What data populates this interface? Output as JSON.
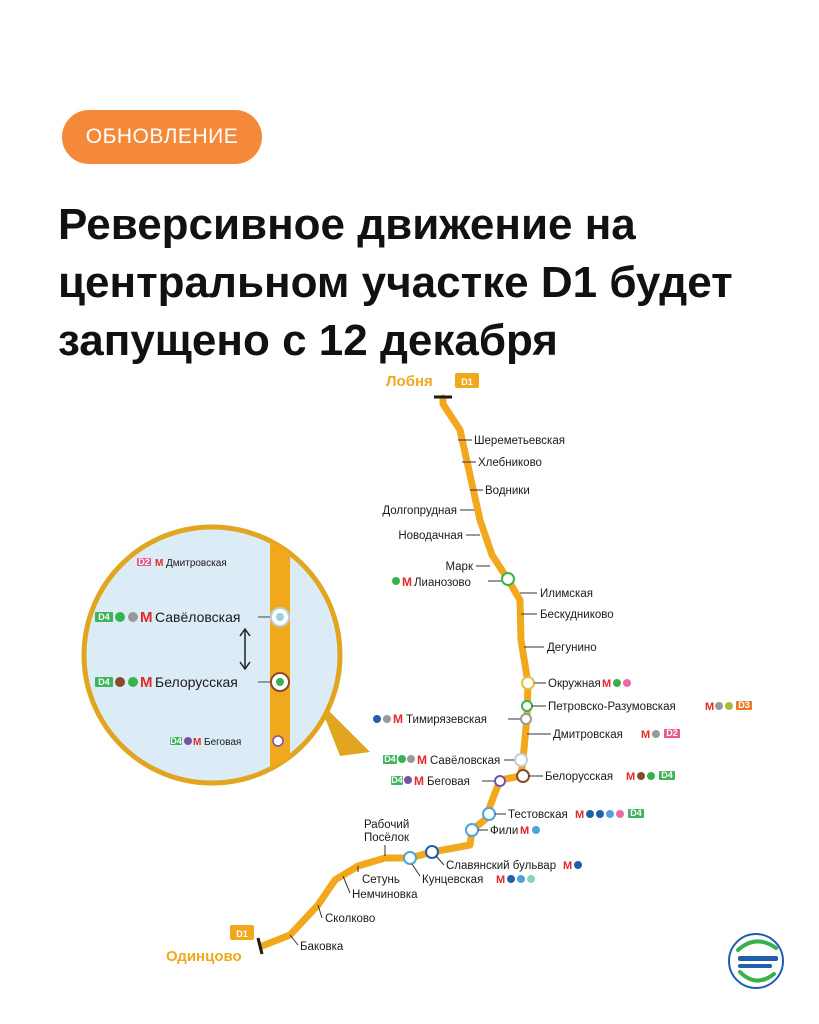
{
  "badge": "ОБНОВЛЕНИЕ",
  "title_lines": [
    "Реверсивное движение на",
    "центральном участке D1 будет",
    "запущено с 12 декабря"
  ],
  "line_label": "D1",
  "terminals": {
    "north": "Лобня",
    "south": "Одинцово"
  },
  "stations": {
    "sheremetyevskaya": "Шереметьевская",
    "khlebnikovo": "Хлебниково",
    "vodniki": "Водники",
    "dolgoprudnaya": "Долгопрудная",
    "novodachnaya": "Новодачная",
    "mark": "Марк",
    "lianozovo": "Лианозово",
    "ilimskaya": "Илимская",
    "beskudnikovo": "Бескудниково",
    "degunino": "Дегунино",
    "okruzhnaya": "Окружная",
    "petrovsko": "Петровско-Разумовская",
    "timiryazevskaya": "Тимирязевская",
    "dmitrovskaya": "Дмитровская",
    "savelovskaya": "Савёловская",
    "belorusskaya": "Белорусская",
    "begovaya": "Беговая",
    "testovskaya": "Тестовская",
    "fili": "Фили",
    "rabochiy_1": "Рабочий",
    "rabochiy_2": "Посёлок",
    "slavyansky": "Славянский бульвар",
    "setun": "Сетунь",
    "kuntsevskaya": "Кунцевская",
    "nemchinovka": "Немчиновка",
    "skolkovo": "Сколково",
    "bakovka": "Баковка"
  },
  "transfer_tags": {
    "d2": "D2",
    "d3": "D3",
    "d4": "D4",
    "d1": "D1",
    "metro": "М"
  },
  "colors": {
    "line": "#f2a81d",
    "badge": "#f5893a",
    "zoom_bg": "#dcecf7",
    "metro": "#e4282b",
    "d4": "#3fb45a",
    "d2": "#e85a8b",
    "d3": "#e87c2b",
    "logo_blue": "#1f5fae",
    "logo_green": "#37b24d"
  },
  "icons": {
    "metro": "metro-m-icon",
    "logo": "mcd-logo-icon",
    "arrow": "double-arrow-icon"
  }
}
